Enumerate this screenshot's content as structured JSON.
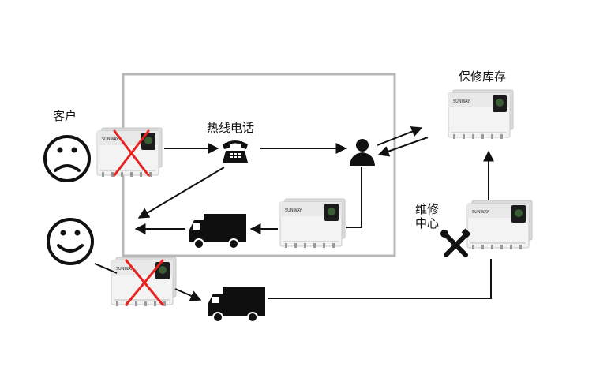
{
  "labels": {
    "customer": "客户",
    "hotline": "热线电话",
    "warranty_stock": "保修库存",
    "repair_line1": "维修",
    "repair_line2": "中心"
  },
  "inverter_brand": "SUNWAY",
  "colors": {
    "line": "#111111",
    "frame": "#b8b8b8",
    "cross": "#e8221f",
    "device_body": "#f2f2f2",
    "device_panel": "#1b1b1b"
  },
  "icons": [
    "sad-face-icon",
    "happy-face-icon",
    "telephone-icon",
    "person-icon",
    "truck-icon",
    "tools-icon"
  ]
}
